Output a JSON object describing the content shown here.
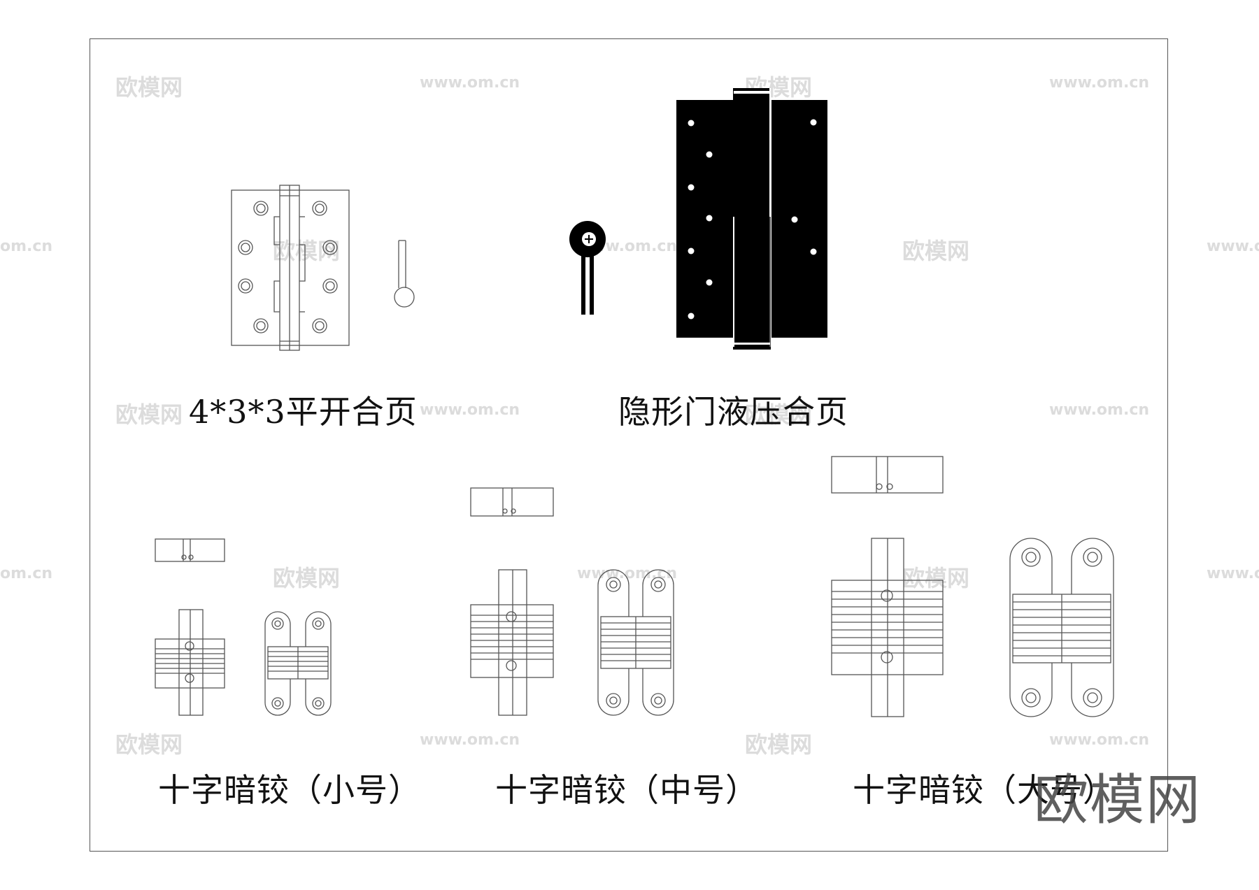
{
  "captions": {
    "flat_hinge": "4*3*3平开合页",
    "hydraulic_hinge": "隐形门液压合页",
    "cross_small": "十字暗铰（小号）",
    "cross_medium": "十字暗铰（中号）",
    "cross_large": "十字暗铰（大号）"
  },
  "watermark": {
    "brand": "欧模网",
    "url": "www.om.cn",
    "url_short": "om.cn"
  },
  "colors": {
    "line": "#333333",
    "fill_black": "#000000",
    "watermark": "#dcdcdc"
  }
}
